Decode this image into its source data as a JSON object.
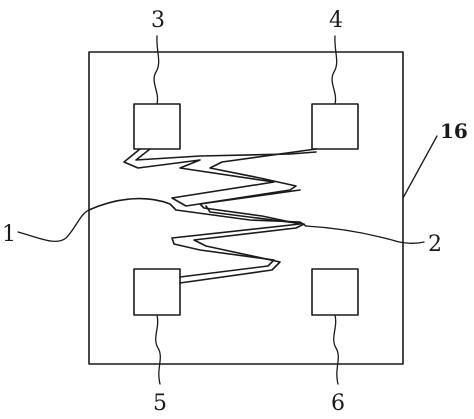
{
  "labels": {
    "l1": "1",
    "l2": "2",
    "l3": "3",
    "l4": "4",
    "l5": "5",
    "l6": "6",
    "l16": "16"
  }
}
